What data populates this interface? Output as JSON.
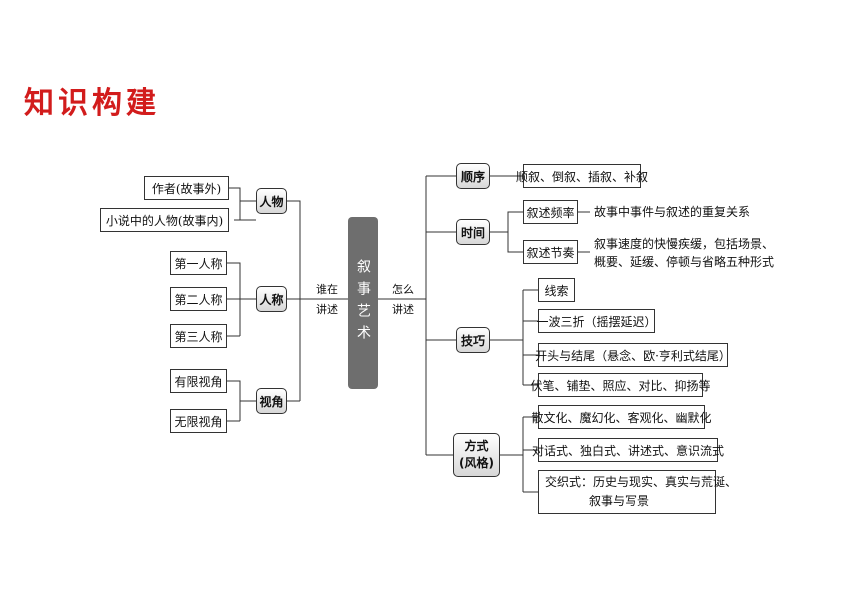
{
  "title": "知识构建",
  "center": "叙事艺术",
  "left_connector": [
    "谁在",
    "讲述"
  ],
  "right_connector": [
    "怎么",
    "讲述"
  ],
  "left": {
    "renwu": {
      "label": "人物",
      "items": [
        "作者(故事外)",
        "小说中的人物(故事内)"
      ]
    },
    "rencheng": {
      "label": "人称",
      "items": [
        "第一人称",
        "第二人称",
        "第三人称"
      ]
    },
    "shijiao": {
      "label": "视角",
      "items": [
        "有限视角",
        "无限视角"
      ]
    }
  },
  "right": {
    "shunxu": {
      "label": "顺序",
      "items": [
        "顺叙、倒叙、插叙、补叙"
      ]
    },
    "shijian": {
      "label": "时间",
      "pinlv": {
        "label": "叙述频率",
        "desc": "故事中事件与叙述的重复关系"
      },
      "jiezou": {
        "label": "叙述节奏",
        "desc": [
          "叙事速度的快慢疾缓，包括场景、",
          "概要、延缓、停顿与省略五种形式"
        ]
      }
    },
    "jiqiao": {
      "label": "技巧",
      "items": [
        "线索",
        "一波三折（摇摆延迟）",
        "开头与结尾（悬念、欧·亨利式结尾）",
        "伏笔、铺垫、照应、对比、抑扬等"
      ]
    },
    "fangshi": {
      "label": [
        "方式",
        "(风格)"
      ],
      "items": [
        "散文化、魔幻化、客观化、幽默化",
        "对话式、独白式、讲述式、意识流式"
      ],
      "last": [
        "交织式：历史与现实、真实与荒诞、",
        "叙事与写景"
      ]
    }
  }
}
